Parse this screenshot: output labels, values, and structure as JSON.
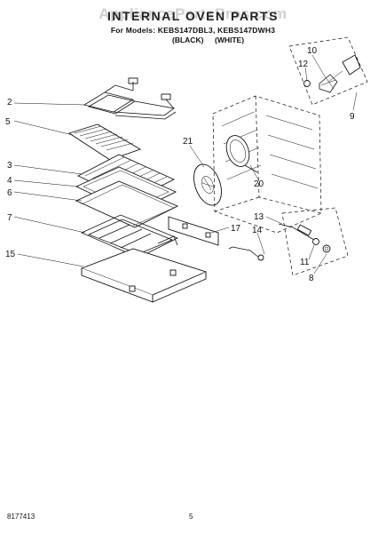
{
  "watermark": "AppliancePartsPros.com",
  "title": "INTERNAL OVEN PARTS",
  "models_line": "For Models: KEBS147DBL3, KEBS147DWH3",
  "variant_black": "(BLACK)",
  "variant_white": "(WHITE)",
  "callouts": [
    "2",
    "5",
    "3",
    "4",
    "6",
    "7",
    "15",
    "21",
    "20",
    "17",
    "14",
    "13",
    "11",
    "8",
    "10",
    "12",
    "9"
  ],
  "footer": {
    "doc_number": "8177413",
    "page_number": "5"
  }
}
